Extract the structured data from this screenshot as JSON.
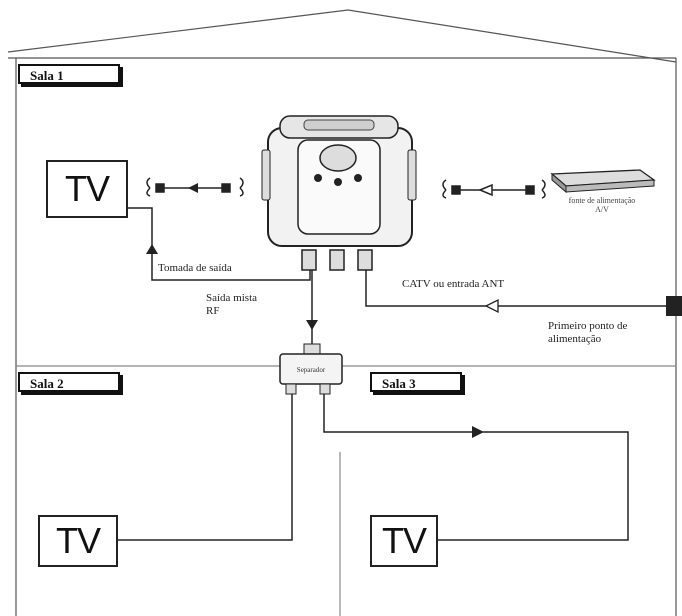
{
  "rooms": {
    "room1": "Sala 1",
    "room2": "Sala 2",
    "room3": "Sala 3"
  },
  "tv_label": "TV",
  "labels": {
    "output_socket": "Tomada de saída",
    "rf_out": "Saída mista\nRF",
    "catv_in": "CATV ou entrada ANT",
    "first_point": "Primeiro ponto de\nalimentação",
    "power_source": "fonte de alimentação\nA/V",
    "splitter": "Separador"
  },
  "colors": {
    "line": "#222222",
    "background": "#ffffff"
  },
  "icons": [
    "house-outline",
    "tv-unit",
    "cable-connector",
    "amplifier-device",
    "power-supply-device",
    "signal-splitter",
    "flow-arrow"
  ]
}
